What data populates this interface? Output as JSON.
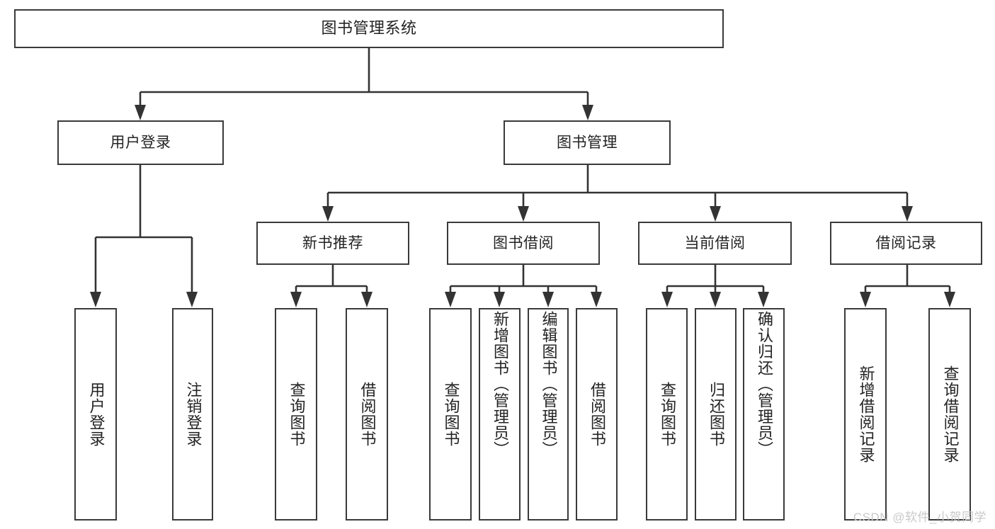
{
  "diagram": {
    "title": "图书管理系统",
    "type": "tree-hierarchy-chart",
    "orientation": "top-down",
    "colors": {
      "box_border": "#3a3a3a",
      "box_fill": "#ffffff",
      "connector": "#333333",
      "text": "#232323",
      "watermark": "#c9c9c9",
      "background": "#ffffff"
    }
  },
  "root": {
    "label": "图书管理系统"
  },
  "level1": [
    {
      "label": "用户登录"
    },
    {
      "label": "图书管理"
    }
  ],
  "level2": [
    {
      "label": "新书推荐"
    },
    {
      "label": "图书借阅"
    },
    {
      "label": "当前借阅"
    },
    {
      "label": "借阅记录"
    }
  ],
  "leaves": {
    "user_login": [
      {
        "label": "用户登录"
      },
      {
        "label": "注销登录"
      }
    ],
    "new_book_recommend": [
      {
        "label": "查询图书"
      },
      {
        "label": "借阅图书"
      }
    ],
    "book_borrow": [
      {
        "label": "查询图书"
      },
      {
        "label": "新增图书（管理员）"
      },
      {
        "label": "编辑图书（管理员）"
      },
      {
        "label": "借阅图书"
      }
    ],
    "current_borrow": [
      {
        "label": "查询图书"
      },
      {
        "label": "归还图书"
      },
      {
        "label": "确认归还（管理员）"
      }
    ],
    "borrow_record": [
      {
        "label": "新增借阅记录"
      },
      {
        "label": "查询借阅记录"
      }
    ]
  },
  "watermark": {
    "text": "CSDN @软件_小贺同学"
  }
}
